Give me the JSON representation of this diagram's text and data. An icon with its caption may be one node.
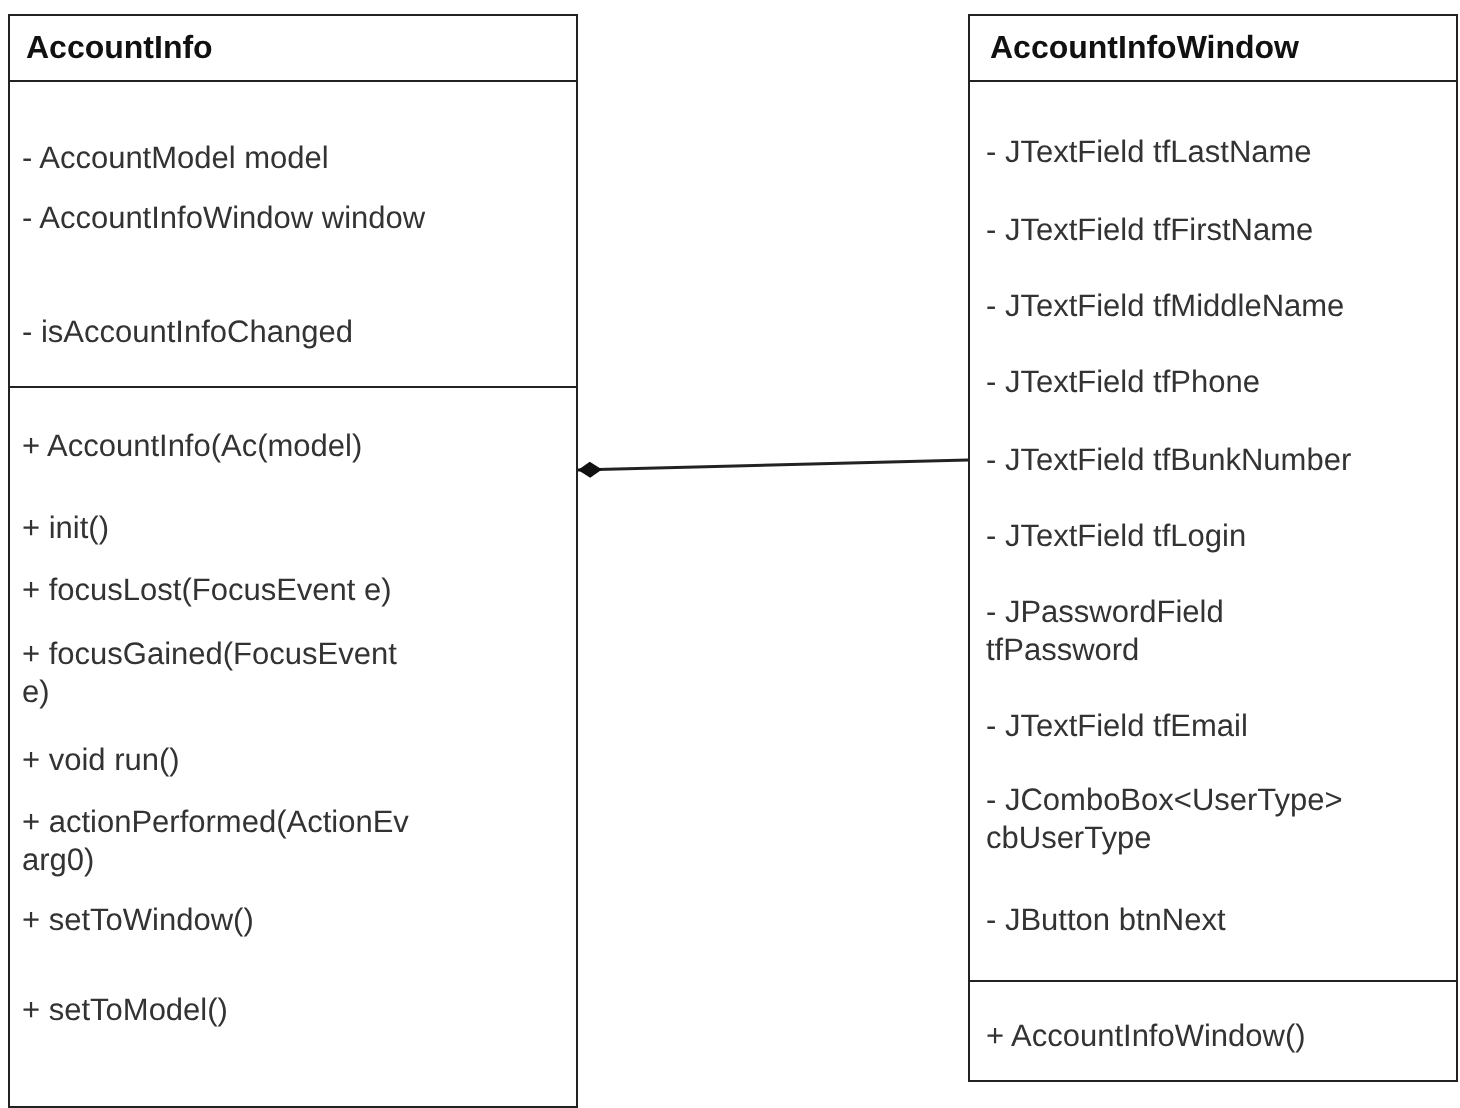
{
  "diagram": {
    "nodes": [
      {
        "text": [
          "AccountInfo",
          "- AccountModel model",
          "- AccountInfoWindow window",
          "- isAccountInfoChanged",
          "+ AccountInfo(Ac(model)",
          "+ init()",
          "+ focusLost(FocusEvent e)",
          "+ focusGained(FocusEvent e)",
          "+ void run()",
          "+ actionPerformed(ActionEv arg0)",
          "+ setToWindow()",
          "+ setToModel()"
        ]
      },
      {
        "text": [
          "AccountInfoWindow",
          "- JTextField tfLastName",
          "- JTextField tfFirstName",
          "- JTextField tfMiddleName",
          "- JTextField tfPhone",
          "- JTextField tfBunkNumber",
          "- JTextField tfLogin",
          "- JPasswordField tfPassword",
          "- JTextField tfEmail",
          "- JComboBox<UserType> cbUserType",
          "- JButton btnNext",
          "+ AccountInfoWindow()"
        ]
      }
    ],
    "edges": [
      {
        "from": 1,
        "to": 0,
        "arrow": "other"
      }
    ]
  }
}
